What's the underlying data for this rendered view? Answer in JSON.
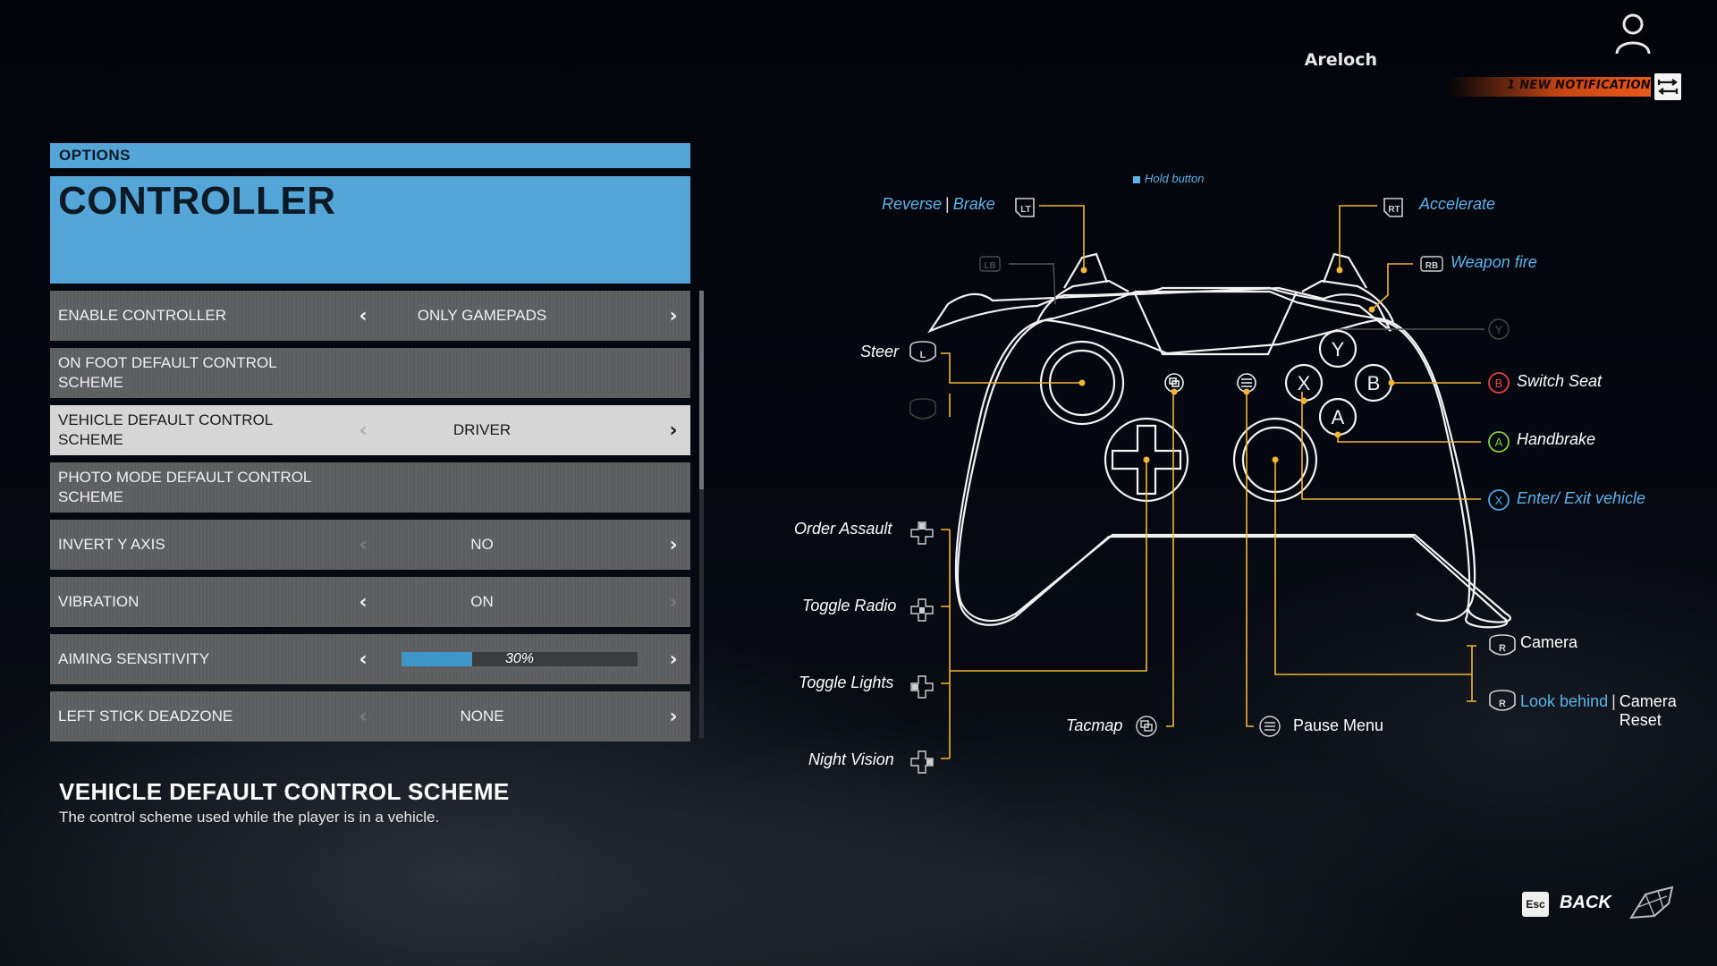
{
  "header": {
    "user_name": "Areloch",
    "notification": "1 NEW NOTIFICATION"
  },
  "panel": {
    "section": "OPTIONS",
    "title": "CONTROLLER"
  },
  "settings": [
    {
      "label": "ENABLE CONTROLLER",
      "value": "ONLY GAMEPADS"
    },
    {
      "label": "ON FOOT DEFAULT CONTROL SCHEME",
      "value": ""
    },
    {
      "label": "VEHICLE DEFAULT CONTROL SCHEME",
      "value": "DRIVER"
    },
    {
      "label": "PHOTO MODE DEFAULT CONTROL SCHEME",
      "value": ""
    },
    {
      "label": "INVERT Y AXIS",
      "value": "NO"
    },
    {
      "label": "VIBRATION",
      "value": "ON"
    },
    {
      "label": "AIMING SENSITIVITY",
      "value": "30%",
      "fraction": 0.3
    },
    {
      "label": "LEFT STICK DEADZONE",
      "value": "NONE"
    }
  ],
  "description": {
    "title": "VEHICLE DEFAULT CONTROL SCHEME",
    "text": "The control scheme used while the player is in a vehicle."
  },
  "diagram": {
    "hold_note": "Hold button",
    "buttons": {
      "lt": "LT",
      "rt": "RT",
      "lb": "LB",
      "rb": "RB",
      "y": "Y",
      "x": "X",
      "b": "B",
      "a": "A",
      "l": "L",
      "r": "R"
    },
    "labels": {
      "reverse": "Reverse",
      "brake": "Brake",
      "accelerate": "Accelerate",
      "weapon_fire": "Weapon fire",
      "steer": "Steer",
      "switch_seat": "Switch Seat",
      "handbrake": "Handbrake",
      "enter_exit": "Enter/ Exit vehicle",
      "order_assault": "Order Assault",
      "toggle_radio": "Toggle Radio",
      "toggle_lights": "Toggle Lights",
      "night_vision": "Night Vision",
      "tacmap": "Tacmap",
      "pause_menu": "Pause Menu",
      "camera": "Camera",
      "look_behind": "Look behind",
      "camera_reset": "Camera Reset"
    }
  },
  "footer": {
    "esc_key": "Esc",
    "back": "BACK"
  },
  "colors": {
    "accent": "#55a6d8",
    "line": "#f2b632",
    "blue_label": "#5ab4ea",
    "b_button": "#e84040",
    "a_button": "#7ccf3a",
    "x_button": "#4aa8e8"
  }
}
